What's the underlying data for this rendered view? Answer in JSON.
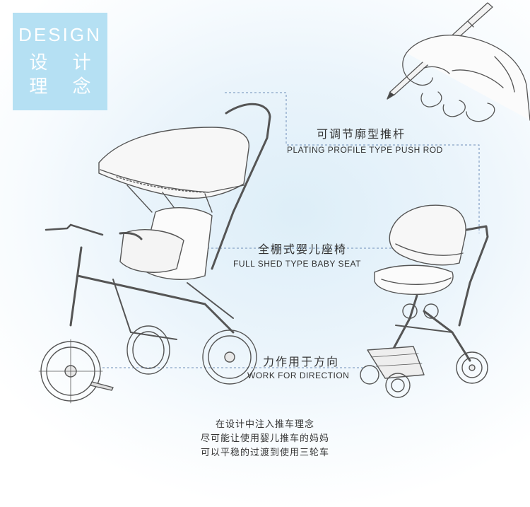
{
  "badge": {
    "title_en": "DESIGN",
    "title_zh_line1": "设 计",
    "title_zh_line2": "理 念"
  },
  "features": [
    {
      "zh": "可调节廓型推杆",
      "en": "PLATING PROFILE TYPE PUSH ROD"
    },
    {
      "zh": "全棚式婴儿座椅",
      "en": "FULL SHED TYPE BABY SEAT"
    },
    {
      "zh": "力作用于方向",
      "en": "WORK FOR DIRECTION"
    }
  ],
  "footer": {
    "line1": "在设计中注入推车理念",
    "line2": "尽可能让使用婴儿推车的妈妈",
    "line3": "可以平稳的过渡到使用三轮车"
  },
  "colors": {
    "badge_bg": "#b5e0f3",
    "guide_line": "#6f8fb8",
    "sketch_stroke": "#555555"
  },
  "icons": [
    "hand-with-pencil-icon",
    "tricycle-stroller-icon",
    "baby-stroller-icon"
  ]
}
